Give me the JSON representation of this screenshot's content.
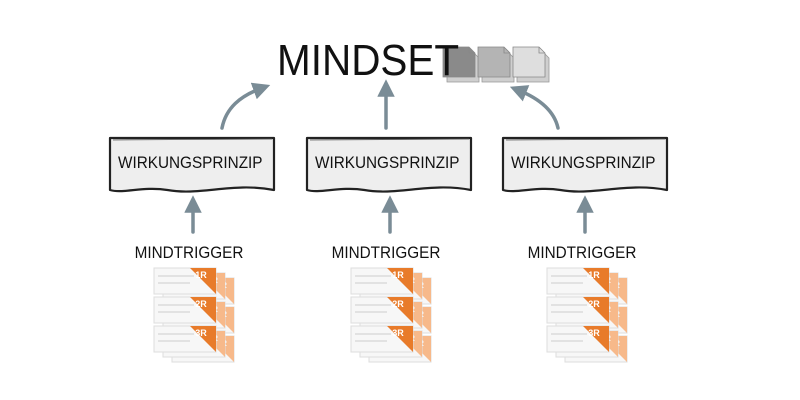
{
  "title": "MINDSET",
  "icon": "stacked-pages-icon",
  "colors": {
    "accent": "#e87b2a",
    "accent_light": "#f7b98a",
    "arrow": "#7a8c96",
    "box_fill": "#eeeeee",
    "page_dark": "#8a8a8a",
    "page_mid": "#b4b4b4",
    "page_light": "#dedede"
  },
  "pillars": [
    {
      "principle": "WIRKUNGSPRINZIP",
      "trigger": "MINDTRIGGER",
      "cards": [
        "1R",
        "2R",
        "3R"
      ]
    },
    {
      "principle": "WIRKUNGSPRINZIP",
      "trigger": "MINDTRIGGER",
      "cards": [
        "1R",
        "2R",
        "3R"
      ]
    },
    {
      "principle": "WIRKUNGSPRINZIP",
      "trigger": "MINDTRIGGER",
      "cards": [
        "1R",
        "2R",
        "3R"
      ]
    }
  ]
}
